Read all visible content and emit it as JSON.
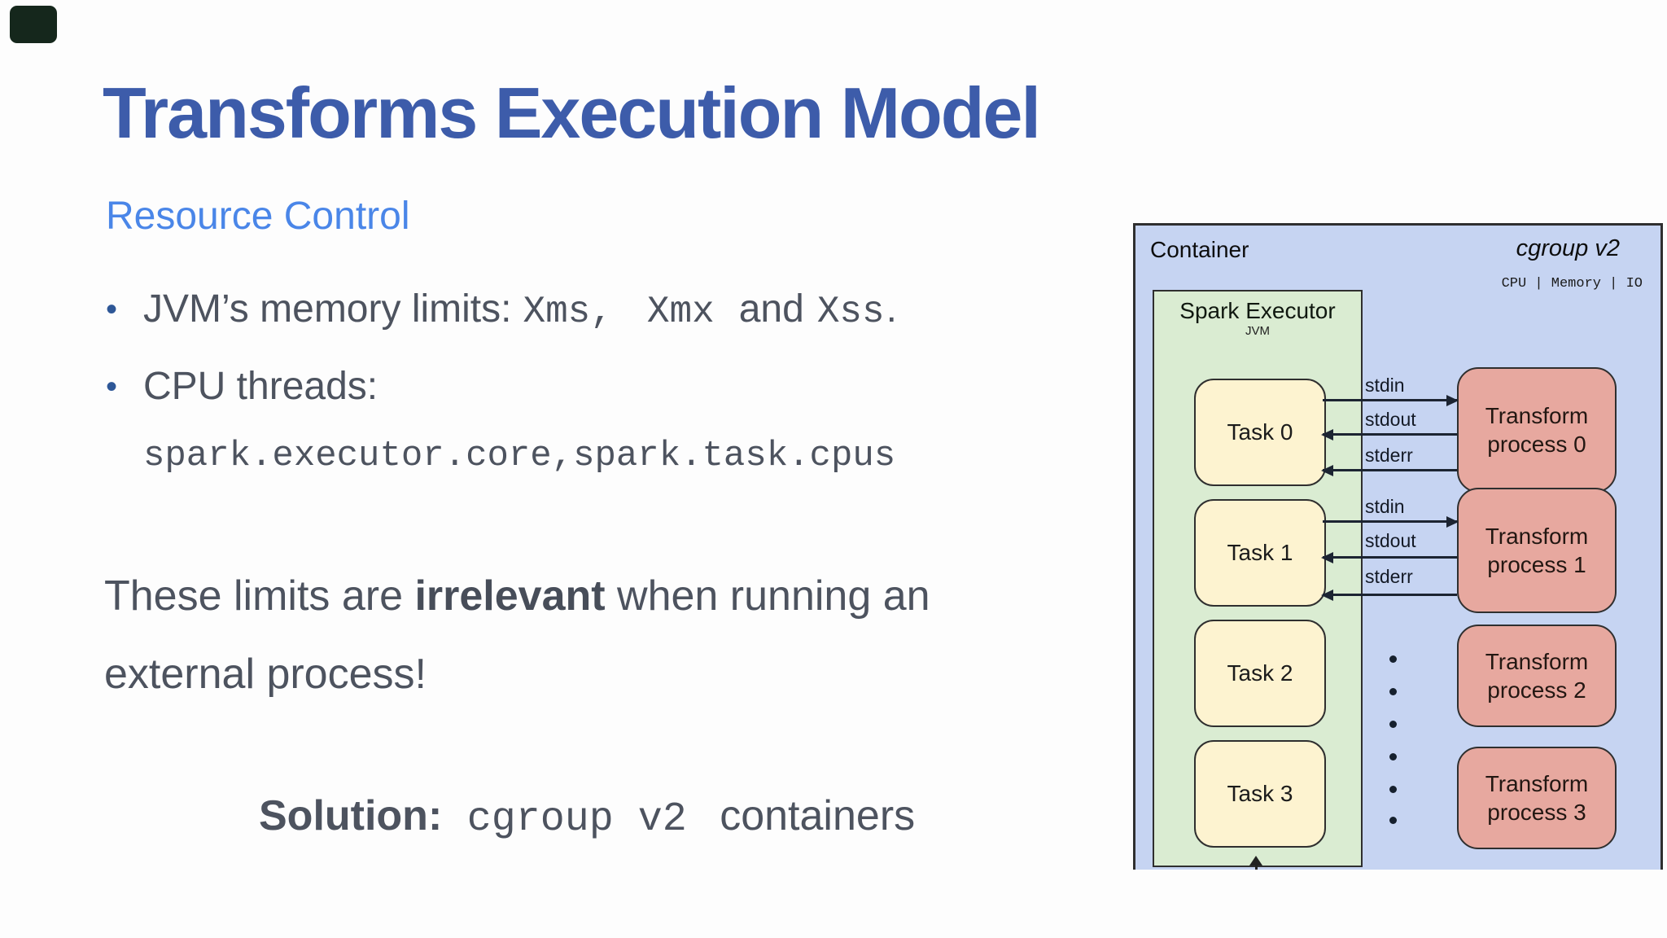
{
  "slide": {
    "title": "Transforms Execution Model",
    "subtitle": "Resource Control",
    "bullets": {
      "marker": "•",
      "b1_prefix": "JVM’s memory limits:",
      "b1_code1": "Xms,",
      "b1_code2": "Xmx",
      "b1_mid": "and",
      "b1_code3": "Xss",
      "b1_suffix": ".",
      "b2_text": "CPU threads:",
      "b2_code": "spark.executor.core,spark.task.cpus"
    },
    "note": {
      "before": "These limits are ",
      "emphasis": "irrelevant",
      "after": " when running an external process!"
    },
    "solution": {
      "label": "Solution:",
      "code": "cgroup v2",
      "suffix": "containers"
    }
  },
  "diagram": {
    "container_label": "Container",
    "cgroup_label": "cgroup v2",
    "resources_label": "CPU | Memory | IO",
    "executor": {
      "title": "Spark Executor",
      "subtitle": "JVM"
    },
    "tasks": [
      "Task 0",
      "Task 1",
      "Task 2",
      "Task 3"
    ],
    "processes": [
      "Transform process 0",
      "Transform process 1",
      "Transform process 2",
      "Transform process 3"
    ],
    "pipe_labels": [
      "stdin",
      "stdout",
      "stderr"
    ]
  },
  "colors": {
    "title": "#3d5caa",
    "subtitle": "#4a86e8",
    "body_text": "#4d535f",
    "bullet_dot": "#2e5797",
    "container_bg": "#c6d4f2",
    "executor_bg": "#daecd2",
    "task_bg": "#fdf3d0",
    "process_bg": "#e7a89f",
    "diagram_border": "#2f2f2f",
    "corner_badge": "#15271c"
  }
}
